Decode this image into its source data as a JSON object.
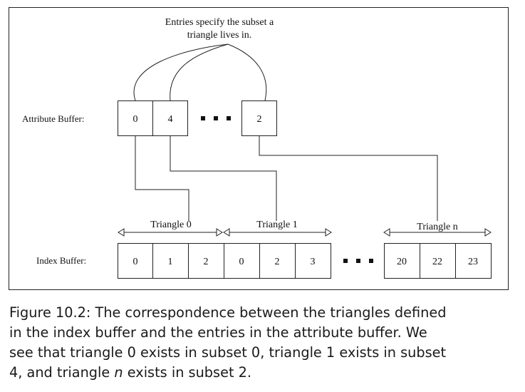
{
  "diagram": {
    "note": "Entries specify the subset a triangle lives in.",
    "note_lines": [
      "Entries specify the subset a",
      "triangle lives in."
    ],
    "attribute_label": "Attribute Buffer:",
    "attribute_cells": [
      "0",
      "4",
      "2"
    ],
    "index_label": "Index Buffer:",
    "index_cells_left": [
      "0",
      "1",
      "2",
      "0",
      "2",
      "3"
    ],
    "index_cells_right": [
      "20",
      "22",
      "23"
    ],
    "triangle_labels": [
      "Triangle 0",
      "Triangle 1",
      "Triangle n"
    ]
  },
  "caption": {
    "line1": "Figure 10.2: The correspondence between the triangles defined",
    "line2": "in the index buffer and the entries in the attribute buffer. We",
    "line3": "see that triangle 0 exists in subset 0, triangle 1 exists in subset",
    "line4_a": "4, and triangle ",
    "line4_em": "n",
    "line4_b": " exists in subset 2."
  }
}
